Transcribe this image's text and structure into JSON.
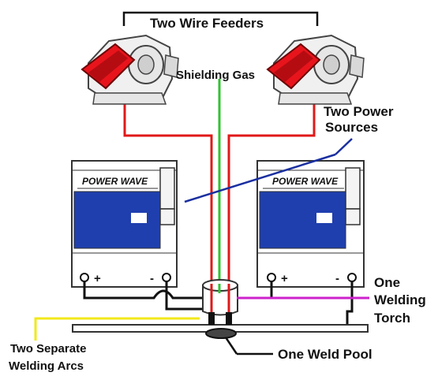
{
  "labels": {
    "wire_feeders": "Two Wire Feeders",
    "shielding_gas": "Shielding Gas",
    "power_sources_line1": "Two Power",
    "power_sources_line2": "Sources",
    "torch_line1": "One",
    "torch_line2": "Welding",
    "torch_line3": "Torch",
    "arcs_line1": "Two Separate",
    "arcs_line2": "Welding Arcs",
    "weld_pool": "One Weld Pool"
  },
  "power_source": {
    "brand": "POWER WAVE",
    "positive": "+",
    "negative": "-"
  },
  "colors": {
    "feeder_red": "#e8141c",
    "screen_blue": "#1f3fae",
    "wire_red": "#e01818",
    "gas_green": "#31c331",
    "pointer_blue": "#1a2fa0",
    "torch_magenta": "#cc22cc",
    "arc_yellow": "#f2e81a"
  }
}
